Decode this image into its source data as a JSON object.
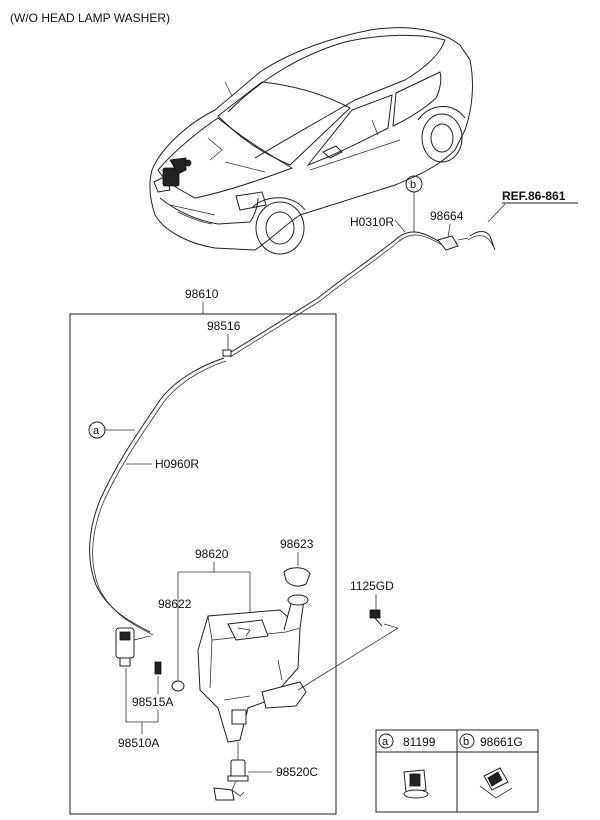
{
  "header": {
    "variant": "(W/O HEAD LAMP WASHER)"
  },
  "reference": "REF.86-861",
  "callouts": {
    "a": "a",
    "b": "b"
  },
  "parts": {
    "hose_upper": "H0310R",
    "nozzle": "98664",
    "hose_assembly": "98610",
    "connector": "98516",
    "hose_lower": "H0960R",
    "reservoir_assembly": "98620",
    "cap": "98623",
    "grommet": "98622",
    "bolt": "1125GD",
    "pump_seal": "98515A",
    "pump": "98510A",
    "level_sensor": "98520C"
  },
  "legend": {
    "a_letter": "a",
    "a_code": "81199",
    "b_letter": "b",
    "b_code": "98661G"
  }
}
